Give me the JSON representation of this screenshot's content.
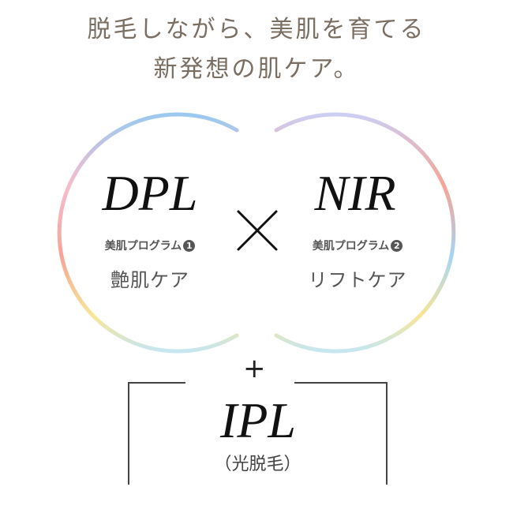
{
  "headline": {
    "line1": "脱毛しながら、美肌を育てる",
    "line2": "新発想の肌ケア。"
  },
  "programs": [
    {
      "name": "DPL",
      "label": "美肌プログラム",
      "number": "1",
      "care": "艶肌ケア"
    },
    {
      "name": "NIR",
      "label": "美肌プログラム",
      "number": "2",
      "care": "リフトケア"
    }
  ],
  "times_symbol": "×",
  "plus_symbol": "+",
  "ipl": {
    "name": "IPL",
    "sub": "（光脱毛）"
  }
}
